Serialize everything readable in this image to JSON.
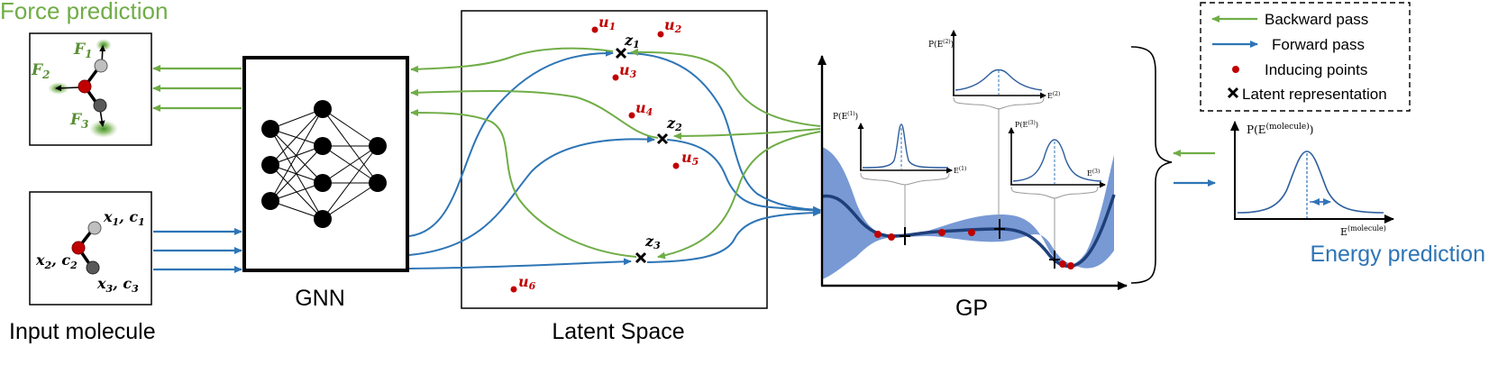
{
  "titles": {
    "force_prediction": "Force prediction",
    "energy_prediction": "Energy prediction",
    "input_molecule": "Input molecule",
    "gnn": "GNN",
    "latent_space": "Latent Space",
    "gp": "GP"
  },
  "legend": {
    "backward": "Backward pass",
    "forward": "Forward pass",
    "inducing": "Inducing points",
    "latent": "Latent representation"
  },
  "forces": {
    "f1": "F",
    "f1_sub": "1",
    "f2": "F",
    "f2_sub": "2",
    "f3": "F",
    "f3_sub": "3"
  },
  "inputs": {
    "a1": "x",
    "a1s": "1",
    "c1": "c",
    "c1s": "1",
    "a2": "x",
    "a2s": "2",
    "c2": "c",
    "c2s": "2",
    "a3": "x",
    "a3s": "3",
    "c3": "c",
    "c3s": "3"
  },
  "inducing_points": [
    {
      "label": "u",
      "sub": "1"
    },
    {
      "label": "u",
      "sub": "2"
    },
    {
      "label": "u",
      "sub": "3"
    },
    {
      "label": "u",
      "sub": "4"
    },
    {
      "label": "u",
      "sub": "5"
    },
    {
      "label": "u",
      "sub": "6"
    }
  ],
  "latents": [
    {
      "label": "z",
      "sub": "1"
    },
    {
      "label": "z",
      "sub": "2"
    },
    {
      "label": "z",
      "sub": "3"
    }
  ],
  "insets": {
    "i1": {
      "ylabel": "P(E",
      "ysup": "(1)",
      "xlabel": "E",
      "xsup": "(1)"
    },
    "i2": {
      "ylabel": "P(E",
      "ysup": "(2)",
      "xlabel": "E",
      "xsup": "(2)"
    },
    "i3": {
      "ylabel": "P(E",
      "ysup": "(3)",
      "xlabel": "E",
      "xsup": "(3)"
    },
    "mol": {
      "ylabel": "P(E",
      "ysup": "(molecule)",
      "xlabel": "E",
      "xsup": "(molecule)"
    }
  },
  "colors": {
    "green": "#70ad47",
    "green_text": "#5b8f36",
    "blue": "#2e75b6",
    "blue_fill": "#4472c4",
    "red": "#c00000",
    "gray": "#7f7f7f"
  }
}
